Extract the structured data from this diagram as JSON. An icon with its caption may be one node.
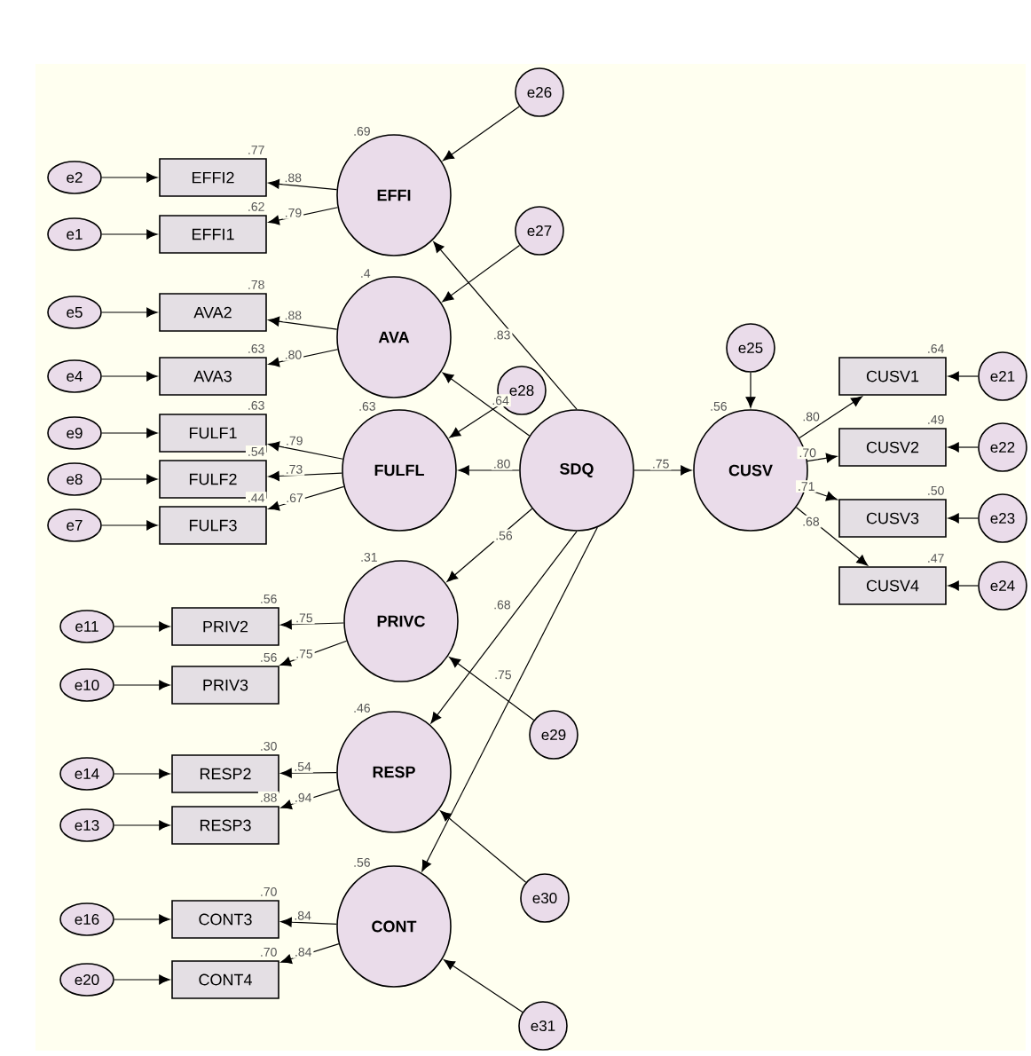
{
  "diagram": {
    "nodes": [
      {
        "text": [
          "EFFI"
        ],
        "beside": [
          ".69"
        ]
      },
      {
        "text": [
          "AVA"
        ],
        "beside": [
          ".4"
        ]
      },
      {
        "text": [
          "FULFL"
        ],
        "beside": [
          ".63"
        ]
      },
      {
        "text": [
          "SDQ"
        ]
      },
      {
        "text": [
          "CUSV"
        ],
        "beside": [
          ".56"
        ]
      },
      {
        "text": [
          "PRIVC"
        ],
        "beside": [
          ".31"
        ]
      },
      {
        "text": [
          "RESP"
        ],
        "beside": [
          ".46"
        ]
      },
      {
        "text": [
          "CONT"
        ],
        "beside": [
          ".56"
        ]
      },
      {
        "text": [
          "EFFI2"
        ],
        "beside": [
          ".77"
        ]
      },
      {
        "text": [
          "EFFI1"
        ],
        "beside": [
          ".62"
        ]
      },
      {
        "text": [
          "AVA2"
        ],
        "beside": [
          ".78"
        ]
      },
      {
        "text": [
          "AVA3"
        ],
        "beside": [
          ".63"
        ]
      },
      {
        "text": [
          "FULF1"
        ],
        "beside": [
          ".63"
        ]
      },
      {
        "text": [
          "FULF2"
        ],
        "beside": [
          ".54"
        ]
      },
      {
        "text": [
          "FULF3"
        ],
        "beside": [
          ".44"
        ]
      },
      {
        "text": [
          "PRIV2"
        ],
        "beside": [
          ".56"
        ]
      },
      {
        "text": [
          "PRIV3"
        ],
        "beside": [
          ".56"
        ]
      },
      {
        "text": [
          "RESP2"
        ],
        "beside": [
          ".30"
        ]
      },
      {
        "text": [
          "RESP3"
        ],
        "beside": [
          ".88"
        ]
      },
      {
        "text": [
          "CONT3"
        ],
        "beside": [
          ".70"
        ]
      },
      {
        "text": [
          "CONT4"
        ],
        "beside": [
          ".70"
        ]
      },
      {
        "text": [
          "CUSV1"
        ],
        "beside": [
          ".64"
        ]
      },
      {
        "text": [
          "CUSV2"
        ],
        "beside": [
          ".49"
        ]
      },
      {
        "text": [
          "CUSV3"
        ],
        "beside": [
          ".50"
        ]
      },
      {
        "text": [
          "CUSV4"
        ],
        "beside": [
          ".47"
        ]
      },
      {
        "text": [
          "e2"
        ]
      },
      {
        "text": [
          "e1"
        ]
      },
      {
        "text": [
          "e5"
        ]
      },
      {
        "text": [
          "e4"
        ]
      },
      {
        "text": [
          "e9"
        ]
      },
      {
        "text": [
          "e8"
        ]
      },
      {
        "text": [
          "e7"
        ]
      },
      {
        "text": [
          "e11"
        ]
      },
      {
        "text": [
          "e10"
        ]
      },
      {
        "text": [
          "e14"
        ]
      },
      {
        "text": [
          "e13"
        ]
      },
      {
        "text": [
          "e16"
        ]
      },
      {
        "text": [
          "e20"
        ]
      },
      {
        "text": [
          "e21"
        ]
      },
      {
        "text": [
          "e22"
        ]
      },
      {
        "text": [
          "e23"
        ]
      },
      {
        "text": [
          "e24"
        ]
      },
      {
        "text": [
          "e26"
        ]
      },
      {
        "text": [
          "e27"
        ]
      },
      {
        "text": [
          "e28"
        ]
      },
      {
        "text": [
          "e29"
        ]
      },
      {
        "text": [
          "e30"
        ]
      },
      {
        "text": [
          "e31"
        ]
      },
      {
        "text": [
          "e25"
        ]
      }
    ],
    "edges": [
      {
        "from": 0,
        "to": 8,
        "arrow": "to",
        "label": ".88"
      },
      {
        "from": 0,
        "to": 9,
        "arrow": "to",
        "label": ".79"
      },
      {
        "from": 1,
        "to": 10,
        "arrow": "to",
        "label": ".88"
      },
      {
        "from": 1,
        "to": 11,
        "arrow": "to",
        "label": ".80"
      },
      {
        "from": 2,
        "to": 12,
        "arrow": "to",
        "label": ".79"
      },
      {
        "from": 2,
        "to": 13,
        "arrow": "to",
        "label": ".73"
      },
      {
        "from": 2,
        "to": 14,
        "arrow": "to",
        "label": ".67"
      },
      {
        "from": 5,
        "to": 15,
        "arrow": "to",
        "label": ".75"
      },
      {
        "from": 5,
        "to": 16,
        "arrow": "to",
        "label": ".75"
      },
      {
        "from": 6,
        "to": 17,
        "arrow": "to",
        "label": ".54"
      },
      {
        "from": 6,
        "to": 18,
        "arrow": "to",
        "label": ".94"
      },
      {
        "from": 7,
        "to": 19,
        "arrow": "to",
        "label": ".84"
      },
      {
        "from": 7,
        "to": 20,
        "arrow": "to",
        "label": ".84"
      },
      {
        "from": 4,
        "to": 21,
        "arrow": "to",
        "label": ".80"
      },
      {
        "from": 4,
        "to": 22,
        "arrow": "to",
        "label": ".70"
      },
      {
        "from": 4,
        "to": 23,
        "arrow": "to",
        "label": ".71"
      },
      {
        "from": 4,
        "to": 24,
        "arrow": "to",
        "label": ".68"
      },
      {
        "from": 3,
        "to": 0,
        "arrow": "to",
        "label": ".83"
      },
      {
        "from": 3,
        "to": 1,
        "arrow": "to",
        "label": ".64"
      },
      {
        "from": 3,
        "to": 2,
        "arrow": "to",
        "label": ".80"
      },
      {
        "from": 3,
        "to": 5,
        "arrow": "to",
        "label": ".56"
      },
      {
        "from": 3,
        "to": 6,
        "arrow": "to",
        "label": ".68"
      },
      {
        "from": 3,
        "to": 7,
        "arrow": "to",
        "label": ".75"
      },
      {
        "from": 3,
        "to": 4,
        "arrow": "to",
        "label": ".75"
      },
      {
        "from": 25,
        "to": 8,
        "arrow": "to"
      },
      {
        "from": 26,
        "to": 9,
        "arrow": "to"
      },
      {
        "from": 27,
        "to": 10,
        "arrow": "to"
      },
      {
        "from": 28,
        "to": 11,
        "arrow": "to"
      },
      {
        "from": 29,
        "to": 12,
        "arrow": "to"
      },
      {
        "from": 30,
        "to": 13,
        "arrow": "to"
      },
      {
        "from": 31,
        "to": 14,
        "arrow": "to"
      },
      {
        "from": 32,
        "to": 15,
        "arrow": "to"
      },
      {
        "from": 33,
        "to": 16,
        "arrow": "to"
      },
      {
        "from": 34,
        "to": 17,
        "arrow": "to"
      },
      {
        "from": 35,
        "to": 18,
        "arrow": "to"
      },
      {
        "from": 36,
        "to": 19,
        "arrow": "to"
      },
      {
        "from": 37,
        "to": 20,
        "arrow": "to"
      },
      {
        "from": 38,
        "to": 21,
        "arrow": "to"
      },
      {
        "from": 39,
        "to": 22,
        "arrow": "to"
      },
      {
        "from": 40,
        "to": 23,
        "arrow": "to"
      },
      {
        "from": 41,
        "to": 24,
        "arrow": "to"
      },
      {
        "from": 42,
        "to": 0,
        "arrow": "to"
      },
      {
        "from": 43,
        "to": 1,
        "arrow": "to"
      },
      {
        "from": 44,
        "to": 2,
        "arrow": "to"
      },
      {
        "from": 45,
        "to": 5,
        "arrow": "to"
      },
      {
        "from": 46,
        "to": 6,
        "arrow": "to"
      },
      {
        "from": 47,
        "to": 7,
        "arrow": "to"
      },
      {
        "from": 48,
        "to": 4,
        "arrow": "to"
      }
    ]
  }
}
